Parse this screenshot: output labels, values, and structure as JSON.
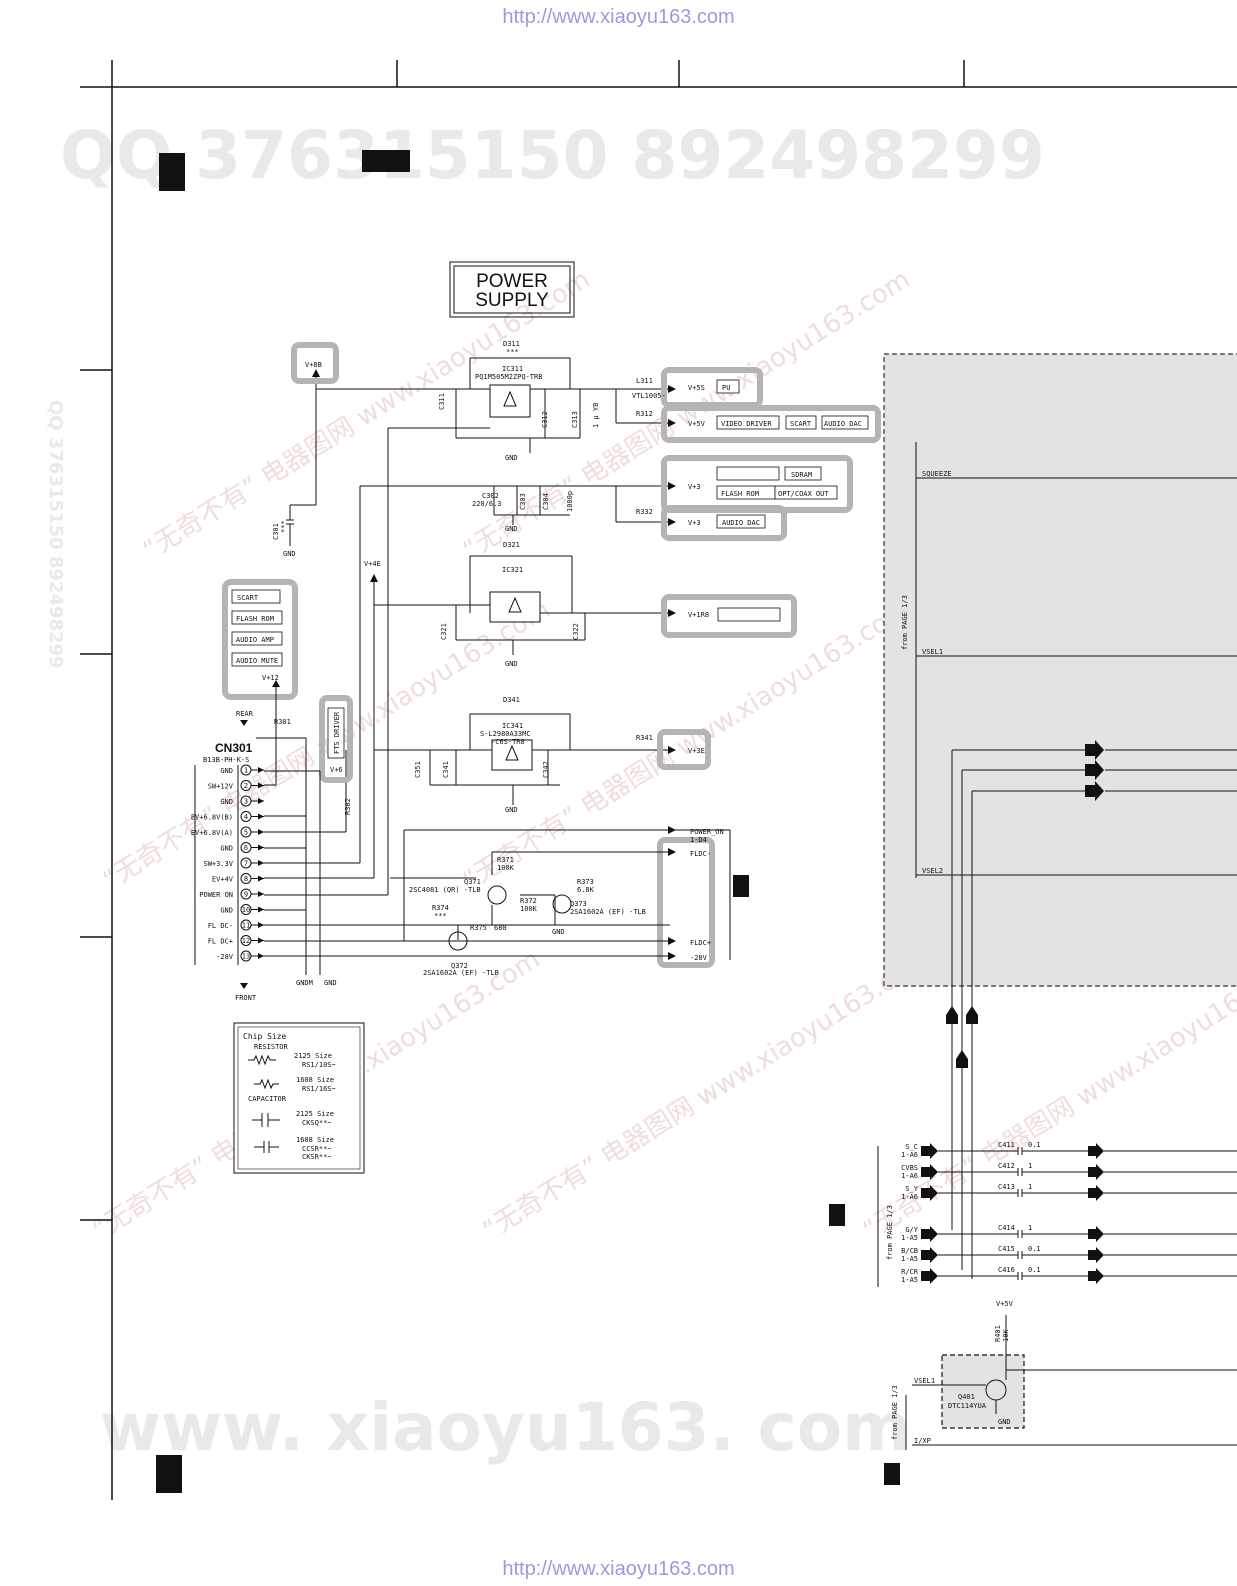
{
  "watermarks": {
    "url_top": "http://www.xiaoyu163.com",
    "url_bottom": "http://www.xiaoyu163.com",
    "qq_line": "QQ 376315150    892498299",
    "site": "www. xiaoyu163. com",
    "cn_site": "“无奇不有” 电器图网 www.xiaoyu163.com"
  },
  "title": {
    "line1": "POWER",
    "line2": "SUPPLY"
  },
  "power": {
    "v8b": "V+8B",
    "d311": "D311",
    "d311_v": "***",
    "ic311": "IC311",
    "ic311_part": "PQ1M505M2ZPQ-TRB",
    "l311": "L311",
    "l311_part": "VTL1005-",
    "r312": "R312",
    "c311": "C311",
    "c312": "C312",
    "c313": "C313",
    "c313_v": "1 μ YB",
    "gnd": "GND",
    "v5s": "V+5S",
    "pu": "PU",
    "v5v": "V+5V",
    "video_driver": "VIDEO DRIVER",
    "scart": "SCART",
    "audio_dac": "AUDIO DAC",
    "v3": "V+3",
    "sdram": "SDRAM",
    "flash_rom": "FLASH ROM",
    "opt_coax": "OPT/COAX OUT",
    "c302": "C302",
    "c302_v": "220/6.3",
    "c303": "C303",
    "c304": "C304",
    "c304_v": "1000p",
    "r332": "R332",
    "v3b": "V+3",
    "audio_dac2": "AUDIO DAC",
    "c301": "C301",
    "c301_v": "***",
    "v4e": "V+4E",
    "d321": "D321",
    "ic321": "IC321",
    "c321": "C321",
    "c322": "C322",
    "v1r8": "V+1R8",
    "d341": "D341",
    "ic341": "IC341",
    "ic341_part": "S-L2980A33MC",
    "ic341_part2": "-C6S-TR8",
    "c351": "C351",
    "c341": "C341",
    "c342": "C342",
    "r341": "R341",
    "v3e": "V+3E"
  },
  "left_block": {
    "items": [
      "SCART",
      "FLASH ROM",
      "AUDIO AMP",
      "AUDIO MUTE"
    ],
    "v12": "V+12",
    "rear": "REAR",
    "r301": "R301",
    "fts_driver": "FTS DRIVER",
    "v6": "V+6",
    "r302": "R302"
  },
  "connector": {
    "name": "CN301",
    "part": "B13B-PH-K-S",
    "pins": [
      {
        "label": "GND",
        "num": "1"
      },
      {
        "label": "SW+12V",
        "num": "2"
      },
      {
        "label": "GND",
        "num": "3"
      },
      {
        "label": "EV+6.8V(B)",
        "num": "4"
      },
      {
        "label": "EV+6.8V(A)",
        "num": "5"
      },
      {
        "label": "GND",
        "num": "6"
      },
      {
        "label": "SW+3.3V",
        "num": "7"
      },
      {
        "label": "EV+4V",
        "num": "8"
      },
      {
        "label": "POWER ON",
        "num": "9"
      },
      {
        "label": "GND",
        "num": "10"
      },
      {
        "label": "FL DC-",
        "num": "11"
      },
      {
        "label": "FL DC+",
        "num": "12"
      },
      {
        "label": "-28V",
        "num": "13"
      }
    ],
    "front": "FRONT",
    "gndm": "GNDM",
    "gnd": "GND"
  },
  "transistors": {
    "power_on": "POWER_ON",
    "power_on_ref": "1-D4",
    "fldc_minus": "FLDC-",
    "fldc_plus": "FLDC+",
    "minus28": "-28V",
    "r371": "R371",
    "r371_v": "100K",
    "q371": "Q371",
    "q371_part": "2SC4081 (QR) -TLB",
    "r372": "R372",
    "r372_v": "100K",
    "r373": "R373",
    "r373_v": "6.8K",
    "q373": "Q373",
    "q373_part": "2SA1602A (EF) -TLB",
    "r374": "R374",
    "r374_v": "***",
    "r375": "R375",
    "r375_v": "680",
    "q372": "Q372",
    "q372_part": "2SA1602A (EF) -TLB"
  },
  "legend": {
    "title": "Chip Size",
    "resistor": "RESISTOR",
    "r2125": "2125 Size",
    "r2125_code": "RS1/10S~",
    "r1608": "1608 Size",
    "r1608_code": "RS1/16S~",
    "capacitor": "CAPACITOR",
    "c2125": "2125 Size",
    "c2125_code": "CKSQ**~",
    "c1608": "1608 Size",
    "c1608_code1": "CCSR**~",
    "c1608_code2": "CKSR**~"
  },
  "right_panel": {
    "from_page": "from PAGE 1/3",
    "squeeze": "SQUEEZE",
    "vsel1": "VSEL1",
    "vsel2": "VSEL2"
  },
  "video_inputs": {
    "from_page": "from PAGE 1/3",
    "signals": [
      {
        "name": "S_C",
        "ref": "1-A6",
        "cap": "C411",
        "val": "0.1"
      },
      {
        "name": "CVBS",
        "ref": "1-A6",
        "cap": "C412",
        "val": "1"
      },
      {
        "name": "S_Y",
        "ref": "1-A6",
        "cap": "C413",
        "val": "1"
      },
      {
        "name": "G/Y",
        "ref": "1-A5",
        "cap": "C414",
        "val": "1"
      },
      {
        "name": "B/CB",
        "ref": "1-A5",
        "cap": "C415",
        "val": "0.1"
      },
      {
        "name": "R/CR",
        "ref": "1-A5",
        "cap": "C416",
        "val": "0.1"
      }
    ]
  },
  "q401_block": {
    "v5v": "V+5V",
    "r401": "R401",
    "r401_v": "10K",
    "vsel1": "VSEL1",
    "q401": "Q401",
    "q401_part": "DTC114YUA",
    "gnd": "GND",
    "from_page": "from PAGE 1/3",
    "ixp": "I/XP"
  }
}
